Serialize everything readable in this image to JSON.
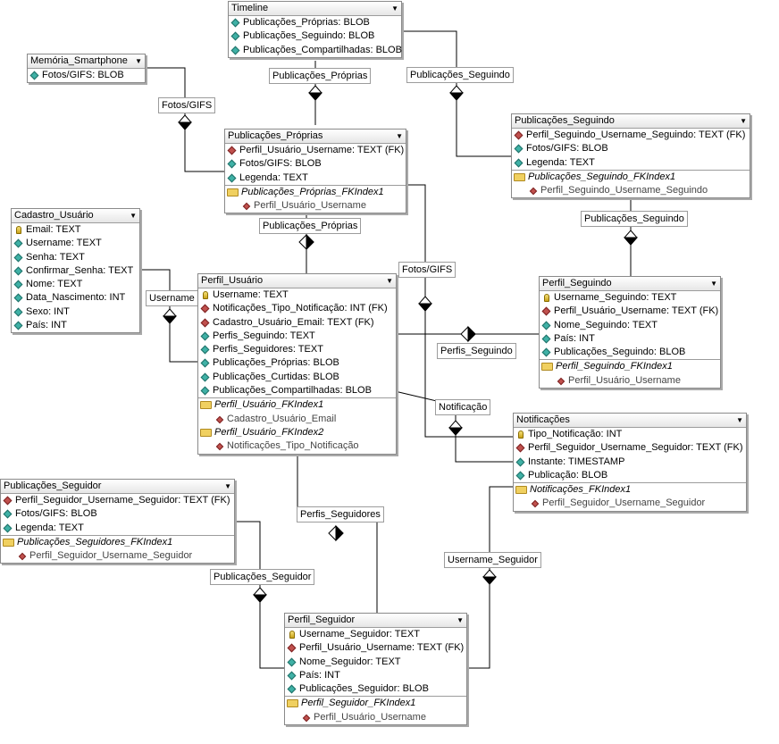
{
  "entities": {
    "timeline": {
      "title": "Timeline",
      "cols": [
        "Publicações_Próprias: BLOB",
        "Publicações_Seguindo: BLOB",
        "Publicações_Compartilhadas: BLOB"
      ]
    },
    "memoria": {
      "title": "Memória_Smartphone",
      "cols": [
        "Fotos/GIFS: BLOB"
      ]
    },
    "pub_proprias": {
      "title": "Publicações_Próprias",
      "cols": [
        "Perfil_Usuário_Username: TEXT (FK)",
        "Fotos/GIFS: BLOB",
        "Legenda: TEXT"
      ],
      "index": "Publicações_Próprias_FKIndex1",
      "index_cols": [
        "Perfil_Usuário_Username"
      ]
    },
    "pub_seguindo": {
      "title": "Publicações_Seguindo",
      "cols": [
        "Perfil_Seguindo_Username_Seguindo: TEXT (FK)",
        "Fotos/GIFS: BLOB",
        "Legenda: TEXT"
      ],
      "index": "Publicações_Seguindo_FKIndex1",
      "index_cols": [
        "Perfil_Seguindo_Username_Seguindo"
      ]
    },
    "cadastro": {
      "title": "Cadastro_Usuário",
      "cols": [
        "Email: TEXT",
        "Username: TEXT",
        "Senha: TEXT",
        "Confirmar_Senha: TEXT",
        "Nome: TEXT",
        "Data_Nascimento: INT",
        "Sexo: INT",
        "País: INT"
      ]
    },
    "perfil_usuario": {
      "title": "Perfil_Usuário",
      "cols": [
        "Username: TEXT",
        "Notificações_Tipo_Notificação: INT (FK)",
        "Cadastro_Usuário_Email: TEXT (FK)",
        "Perfis_Seguindo: TEXT",
        "Perfis_Seguidores: TEXT",
        "Publicações_Próprias: BLOB",
        "Publicações_Curtidas: BLOB",
        "Publicações_Compartilhadas: BLOB"
      ],
      "index": "Perfil_Usuário_FKIndex1",
      "index_cols": [
        "Cadastro_Usuário_Email"
      ],
      "index2": "Perfil_Usuário_FKIndex2",
      "index2_cols": [
        "Notificações_Tipo_Notificação"
      ]
    },
    "perfil_seguindo": {
      "title": "Perfil_Seguindo",
      "cols": [
        "Username_Seguindo: TEXT",
        "Perfil_Usuário_Username: TEXT (FK)",
        "Nome_Seguindo: TEXT",
        "País: INT",
        "Publicações_Seguindo: BLOB"
      ],
      "index": "Perfil_Seguindo_FKIndex1",
      "index_cols": [
        "Perfil_Usuário_Username"
      ]
    },
    "notificacoes": {
      "title": "Notificações",
      "cols": [
        "Tipo_Notificação: INT",
        "Perfil_Seguidor_Username_Seguidor: TEXT (FK)",
        "Instante: TIMESTAMP",
        "Publicação: BLOB"
      ],
      "index": "Notificações_FKIndex1",
      "index_cols": [
        "Perfil_Seguidor_Username_Seguidor"
      ]
    },
    "pub_seguidor": {
      "title": "Publicações_Seguidor",
      "cols": [
        "Perfil_Seguidor_Username_Seguidor: TEXT (FK)",
        "Fotos/GIFS: BLOB",
        "Legenda: TEXT"
      ],
      "index": "Publicações_Seguidores_FKIndex1",
      "index_cols": [
        "Perfil_Seguidor_Username_Seguidor"
      ]
    },
    "perfil_seguidor": {
      "title": "Perfil_Seguidor",
      "cols": [
        "Username_Seguidor: TEXT",
        "Perfil_Usuário_Username: TEXT (FK)",
        "Nome_Seguidor: TEXT",
        "País: INT",
        "Publicações_Seguidor: BLOB"
      ],
      "index": "Perfil_Seguidor_FKIndex1",
      "index_cols": [
        "Perfil_Usuário_Username"
      ]
    }
  },
  "relations": {
    "r1": "Publicações_Próprias",
    "r2": "Publicações_Seguindo",
    "r3": "Fotos/GIFS",
    "r4": "Publicações_Seguindo",
    "r5": "Publicações_Próprias",
    "r6": "Fotos/GIFS",
    "r7": "Username",
    "r8": "Perfis_Seguindo",
    "r9": "Notificação",
    "r10": "Perfis_Seguidores",
    "r11": "Publicações_Seguidor",
    "r12": "Username_Seguidor"
  },
  "icons": {
    "dropdown": "▼"
  }
}
